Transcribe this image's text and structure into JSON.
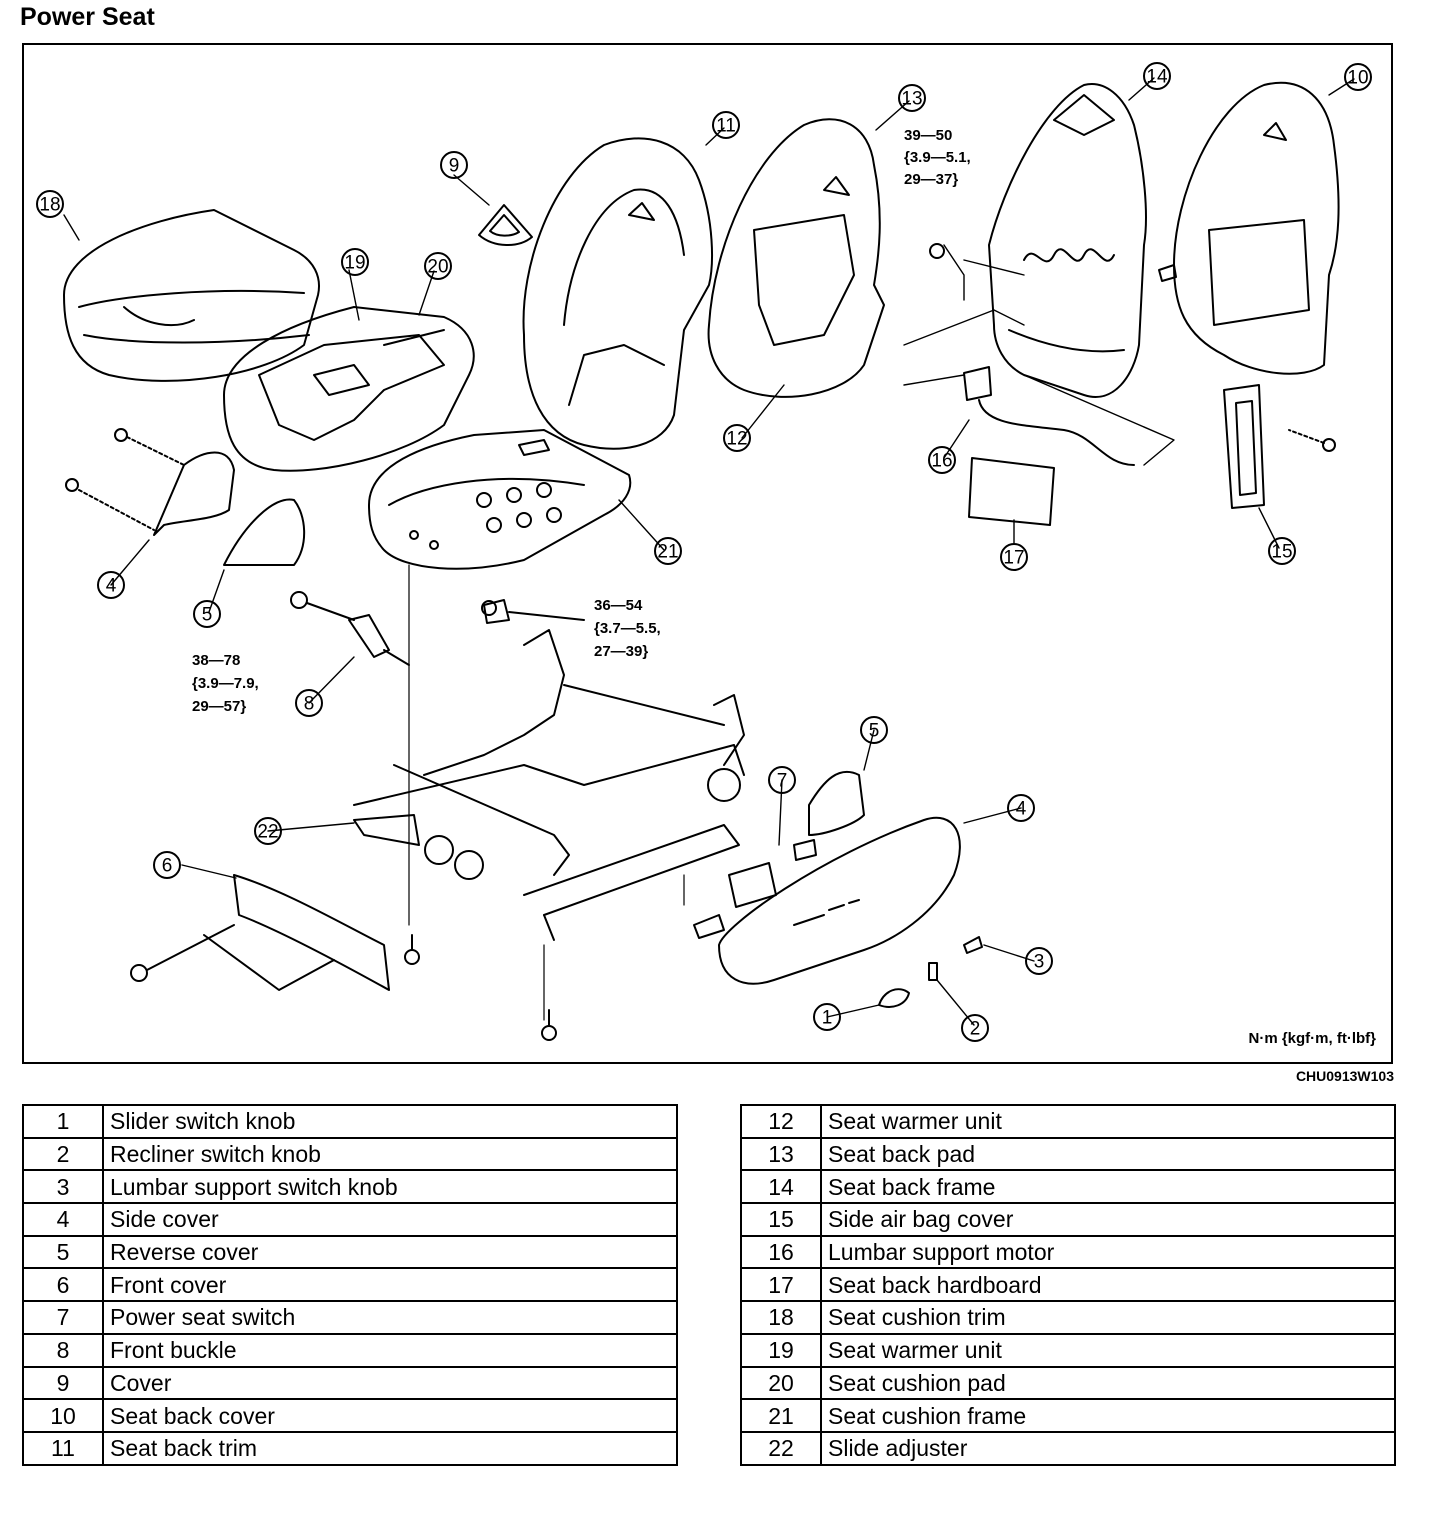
{
  "title": "Power Seat",
  "figure_code": "CHU0913W103",
  "unit_note": "N·m {kgf·m, ft·lbf}",
  "torques": {
    "t1": [
      "39—50",
      "{3.9—5.1,",
      "29—37}"
    ],
    "t2": [
      "36—54",
      "{3.7—5.5,",
      "27—39}"
    ],
    "t3": [
      "38—78",
      "{3.9—7.9,",
      "29—57}"
    ]
  },
  "callouts": [
    "1",
    "2",
    "3",
    "4",
    "5",
    "6",
    "7",
    "8",
    "9",
    "10",
    "11",
    "12",
    "13",
    "14",
    "15",
    "16",
    "17",
    "18",
    "19",
    "20",
    "21",
    "22"
  ],
  "parts": [
    {
      "no": "1",
      "name": "Slider switch knob"
    },
    {
      "no": "2",
      "name": "Recliner switch knob"
    },
    {
      "no": "3",
      "name": "Lumbar support switch knob"
    },
    {
      "no": "4",
      "name": "Side cover"
    },
    {
      "no": "5",
      "name": "Reverse cover"
    },
    {
      "no": "6",
      "name": "Front cover"
    },
    {
      "no": "7",
      "name": "Power seat switch"
    },
    {
      "no": "8",
      "name": "Front buckle"
    },
    {
      "no": "9",
      "name": "Cover"
    },
    {
      "no": "10",
      "name": "Seat back cover"
    },
    {
      "no": "11",
      "name": "Seat back trim"
    },
    {
      "no": "12",
      "name": "Seat warmer unit"
    },
    {
      "no": "13",
      "name": "Seat back pad"
    },
    {
      "no": "14",
      "name": "Seat back frame"
    },
    {
      "no": "15",
      "name": "Side air bag cover"
    },
    {
      "no": "16",
      "name": "Lumbar support motor"
    },
    {
      "no": "17",
      "name": "Seat back hardboard"
    },
    {
      "no": "18",
      "name": "Seat cushion trim"
    },
    {
      "no": "19",
      "name": "Seat warmer unit"
    },
    {
      "no": "20",
      "name": "Seat cushion pad"
    },
    {
      "no": "21",
      "name": "Seat cushion frame"
    },
    {
      "no": "22",
      "name": "Slide adjuster"
    }
  ]
}
